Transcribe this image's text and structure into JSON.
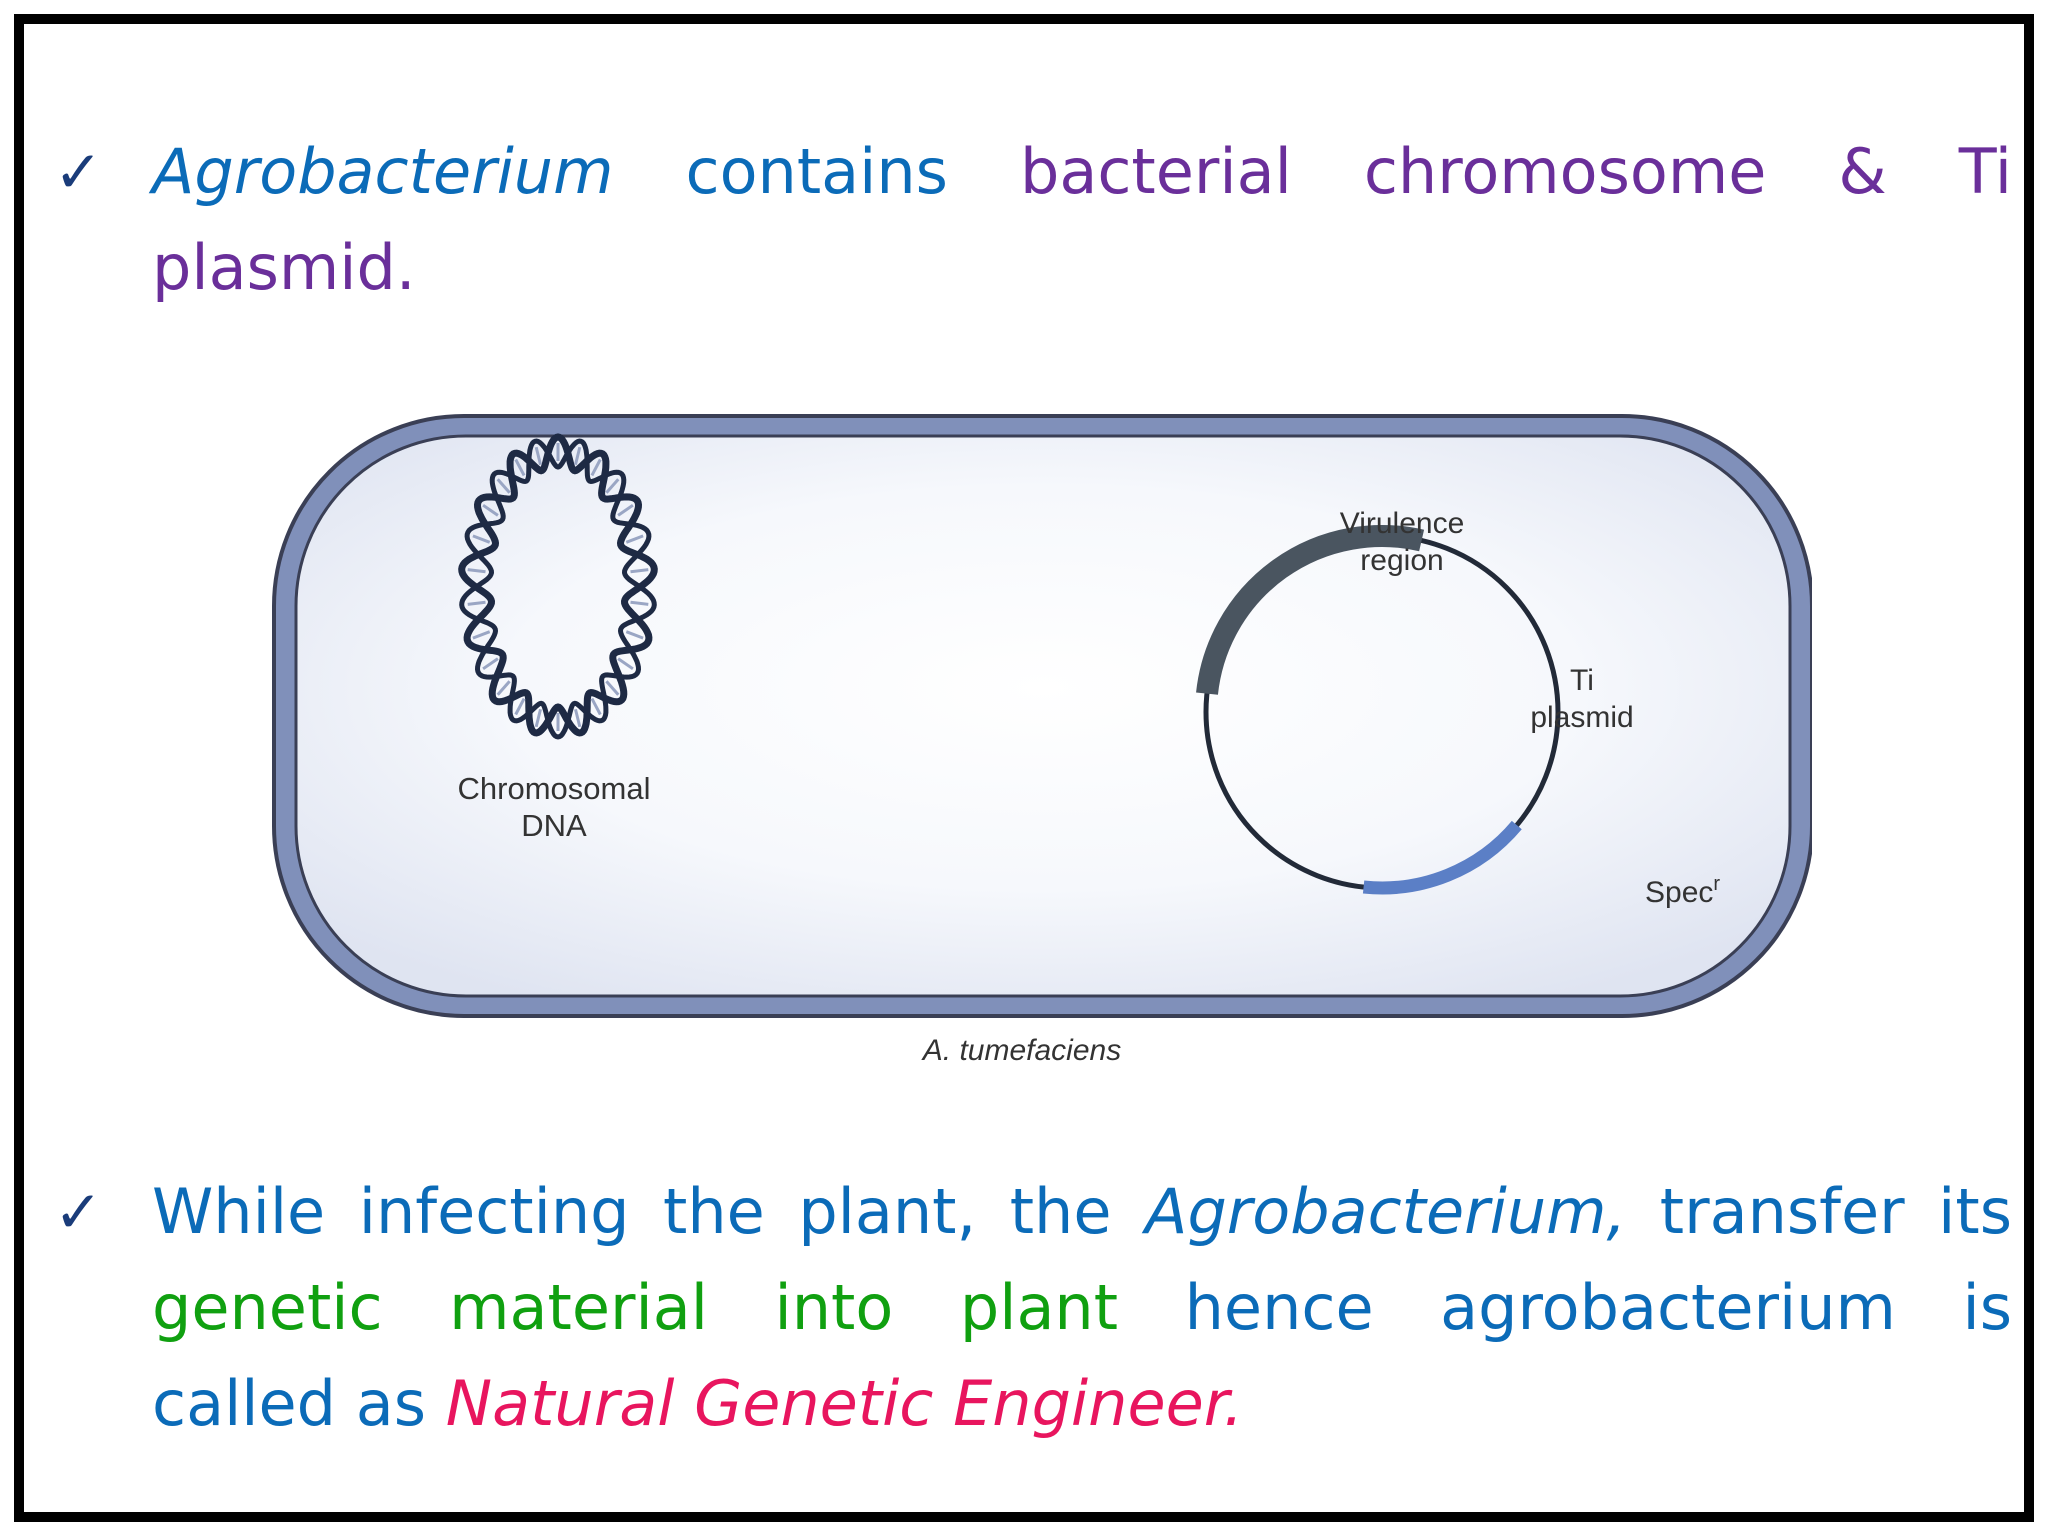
{
  "bullet1": {
    "check": "✓",
    "term": "Agrobacterium",
    "w1": "contains",
    "w2": "bacterial",
    "w3": "chromosome",
    "w4": "&",
    "w5": "Ti",
    "line2": "plasmid."
  },
  "figure": {
    "chromosome_label_1": "Chromosomal",
    "chromosome_label_2": "DNA",
    "virulence_label_1": "Virulence",
    "virulence_label_2": "region",
    "plasmid_label_1": "Ti",
    "plasmid_label_2": "plasmid",
    "spec_label": "Spec",
    "spec_superscript": "r",
    "caption": "A. tumefaciens",
    "colors": {
      "cell_wall": "#7f8fb8",
      "cell_outline": "#3a3f55",
      "cytoplasm": "#e6eaf4",
      "virulence_region": "#4a5560",
      "spec_region": "#5b7fc6",
      "dna_strand": "#1e2a44"
    }
  },
  "bullet2": {
    "check": "✓",
    "l1a": "While infecting the plant, the ",
    "l1b": "Agrobacterium,",
    "l1c": " transfer its",
    "l2a": "genetic material into plant",
    "l2b": " hence agrobacterium is",
    "l3a": "called as ",
    "l3b": "Natural Genetic Engineer."
  }
}
